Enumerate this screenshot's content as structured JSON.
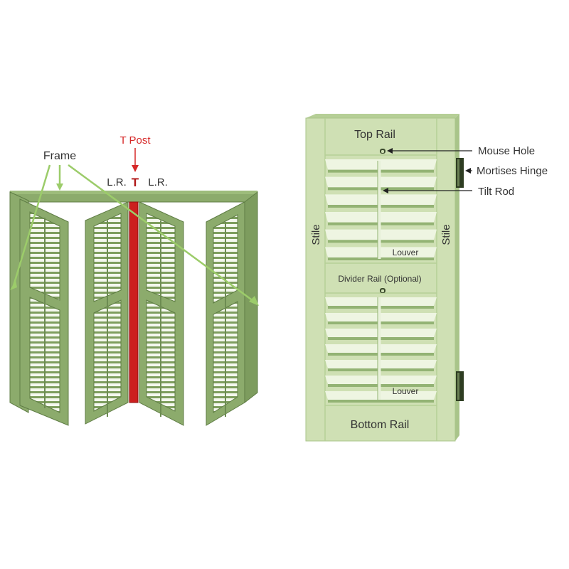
{
  "left_diagram": {
    "labels": {
      "frame": "Frame",
      "t_post": "T Post",
      "lr_left": "L.R.",
      "t_marker": "T",
      "lr_right": "L.R."
    },
    "panel_count": 4
  },
  "right_diagram": {
    "labels": {
      "top_rail": "Top Rail",
      "bottom_rail": "Bottom Rail",
      "stile_left": "Stile",
      "stile_right": "Stile",
      "louver_upper": "Louver",
      "louver_lower": "Louver",
      "divider_rail": "Divider Rail (Optional)",
      "mouse_hole": "Mouse Hole",
      "mortises_hinge": "Mortises Hinge",
      "tilt_rod": "Tilt Rod"
    },
    "upper_louver_count": 6,
    "lower_louver_count": 7
  },
  "colors": {
    "panel_green": "#8cab6c",
    "panel_dark": "#5f7d45",
    "panel_light": "#cfe0b4",
    "pointer_green": "#9ccc6a",
    "t_post_red": "#cc1f1f",
    "label_red": "#d62828",
    "label_text": "#333333",
    "shutter_face": "#cfe0b4",
    "shutter_edge": "#a9c48a",
    "louver_fill": "#eef5e2",
    "louver_shadow": "#93b374",
    "hinge": "#2e3d22"
  }
}
